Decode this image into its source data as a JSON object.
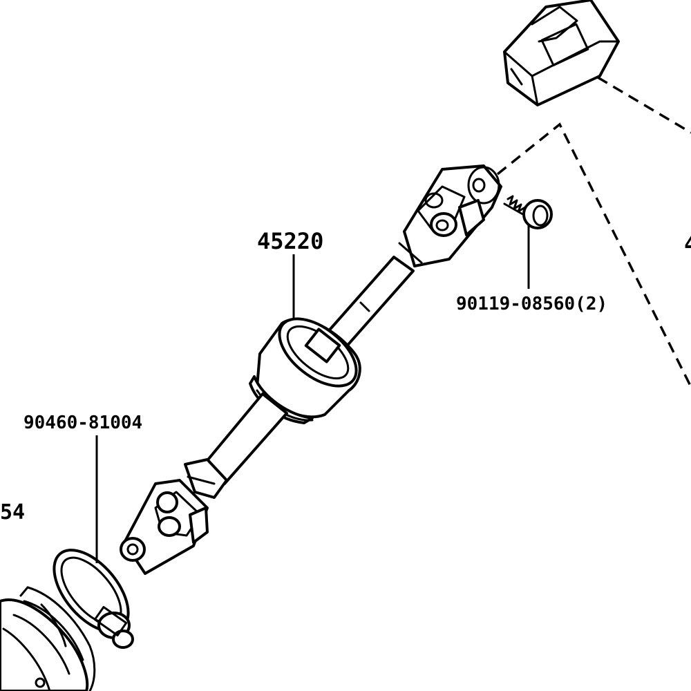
{
  "labels": {
    "shaft_assembly": "45220",
    "bolt": "90119-08560(2)",
    "clamp": "90460-81004",
    "partial_left": "54",
    "partial_right": "4"
  }
}
